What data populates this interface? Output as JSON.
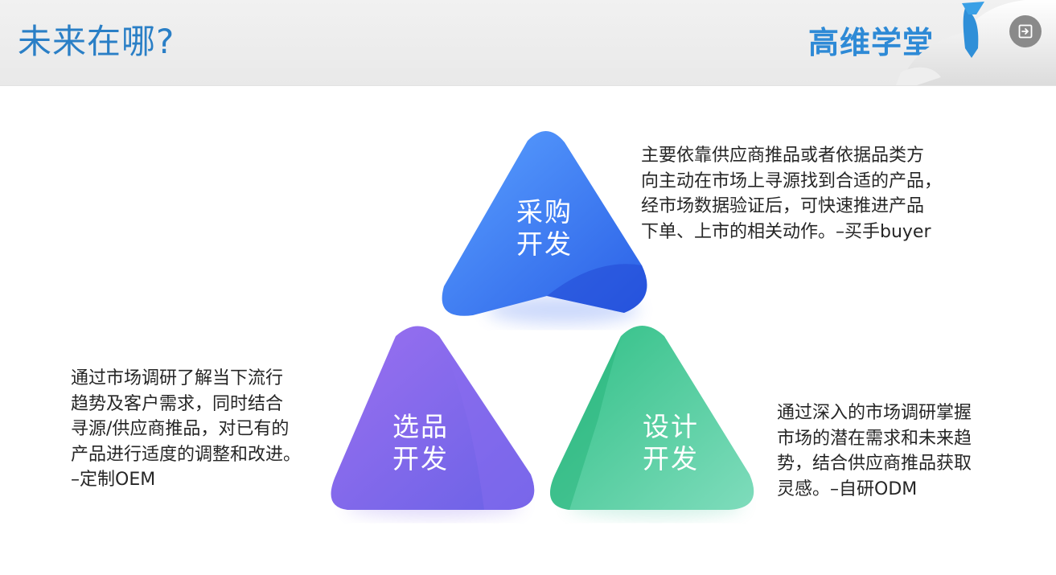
{
  "header": {
    "title": "未来在哪?",
    "brand": "高维学堂",
    "exit_icon": "exit-fullscreen-icon"
  },
  "diagram": {
    "top": {
      "label_line1": "采购",
      "label_line2": "开发",
      "color": "#3d7df2",
      "description": "主要依靠供应商推品或者依据品类方\n向主动在市场上寻源找到合适的产品，\n经市场数据验证后，可快速推进产品\n下单、上市的相关动作。–买手buyer"
    },
    "left": {
      "label_line1": "选品",
      "label_line2": "开发",
      "color": "#7a5ee8",
      "description": "通过市场调研了解当下流行\n趋势及客户需求，同时结合\n寻源/供应商推品，对已有的\n产品进行适度的调整和改进。\n–定制OEM"
    },
    "right": {
      "label_line1": "设计",
      "label_line2": "开发",
      "color": "#3fc49a",
      "description": "通过深入的市场调研掌握\n市场的潜在需求和未来趋\n势，结合供应商推品获取\n灵感。–自研ODM"
    }
  }
}
